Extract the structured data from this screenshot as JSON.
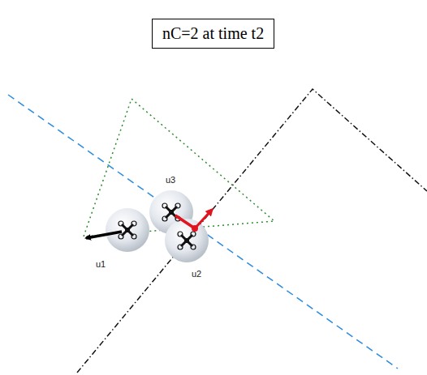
{
  "diagram": {
    "title": "nC=2 at time t2",
    "labels": [
      "u1",
      "u3",
      "u2"
    ]
  }
}
